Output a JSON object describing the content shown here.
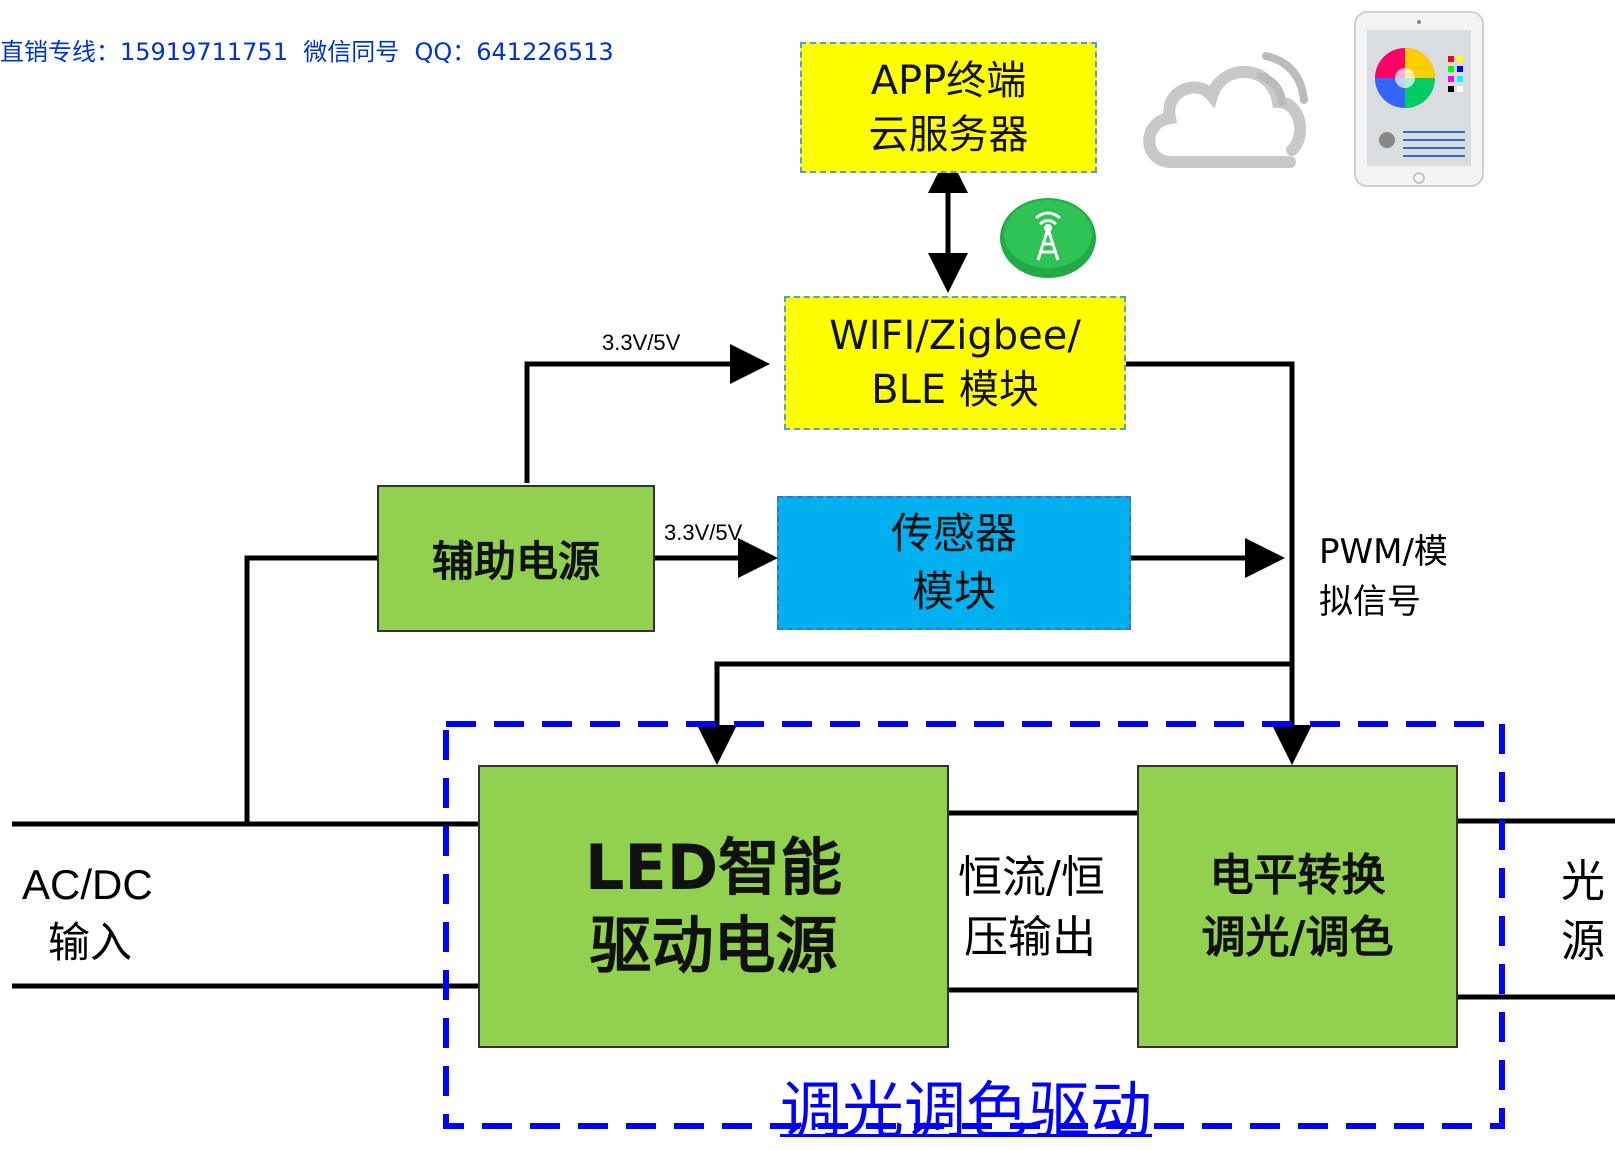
{
  "header": {
    "contact": "直销专线：15919711751  微信同号  QQ：641226513"
  },
  "boxes": {
    "app_cloud": [
      "APP终端",
      "云服务器"
    ],
    "wireless_module": [
      "WIFI/Zigbee/",
      "BLE 模块"
    ],
    "aux_power": "辅助电源",
    "sensor_module": [
      "传感器",
      "模块"
    ],
    "led_driver": [
      "LED智能",
      "驱动电源"
    ],
    "level_convert": [
      "电平转换",
      "调光/调色"
    ]
  },
  "labels": {
    "volt_wifi": "3.3V/5V",
    "volt_sensor": "3.3V/5V",
    "pwm_signal": [
      "PWM/模",
      "拟信号"
    ],
    "ac_dc_input": [
      "AC/DC",
      "输入"
    ],
    "cc_cv_output": [
      "恒流/恒",
      "压输出"
    ],
    "light_source": [
      "光",
      "源"
    ],
    "group_label": "调光调色驱动"
  },
  "colors": {
    "yellow": "#ffff00",
    "blue_box": "#00b0f0",
    "green": "#92d050",
    "dash_blue": "#0000ff",
    "contact_blue": "#0033cc"
  },
  "icons": [
    "cloud-icon",
    "wifi-signal-icon",
    "tablet-icon",
    "antenna-tower-icon"
  ]
}
